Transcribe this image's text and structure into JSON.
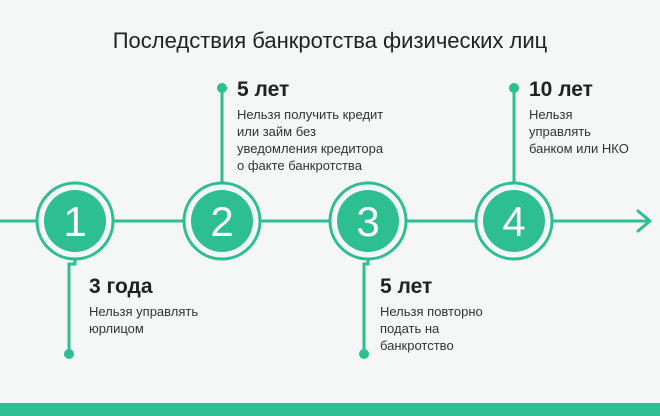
{
  "title": "Последствия банкротства физических лиц",
  "colors": {
    "accent": "#2ebf91",
    "text": "#222222",
    "background": "#f5f6f6"
  },
  "steps": [
    {
      "number": "1",
      "title": "3 года",
      "description": [
        "Нельзя управлять",
        "юрлицом"
      ]
    },
    {
      "number": "2",
      "title": "5 лет",
      "description": [
        "Нельзя получить кредит",
        "или займ без",
        "уведомления кредитора",
        "о факте банкротства"
      ]
    },
    {
      "number": "3",
      "title": "5 лет",
      "description": [
        "Нельзя повторно",
        "подать на",
        "банкротство"
      ]
    },
    {
      "number": "4",
      "title": "10 лет",
      "description": [
        "Нельзя",
        "управлять",
        "банком или НКО"
      ]
    }
  ]
}
